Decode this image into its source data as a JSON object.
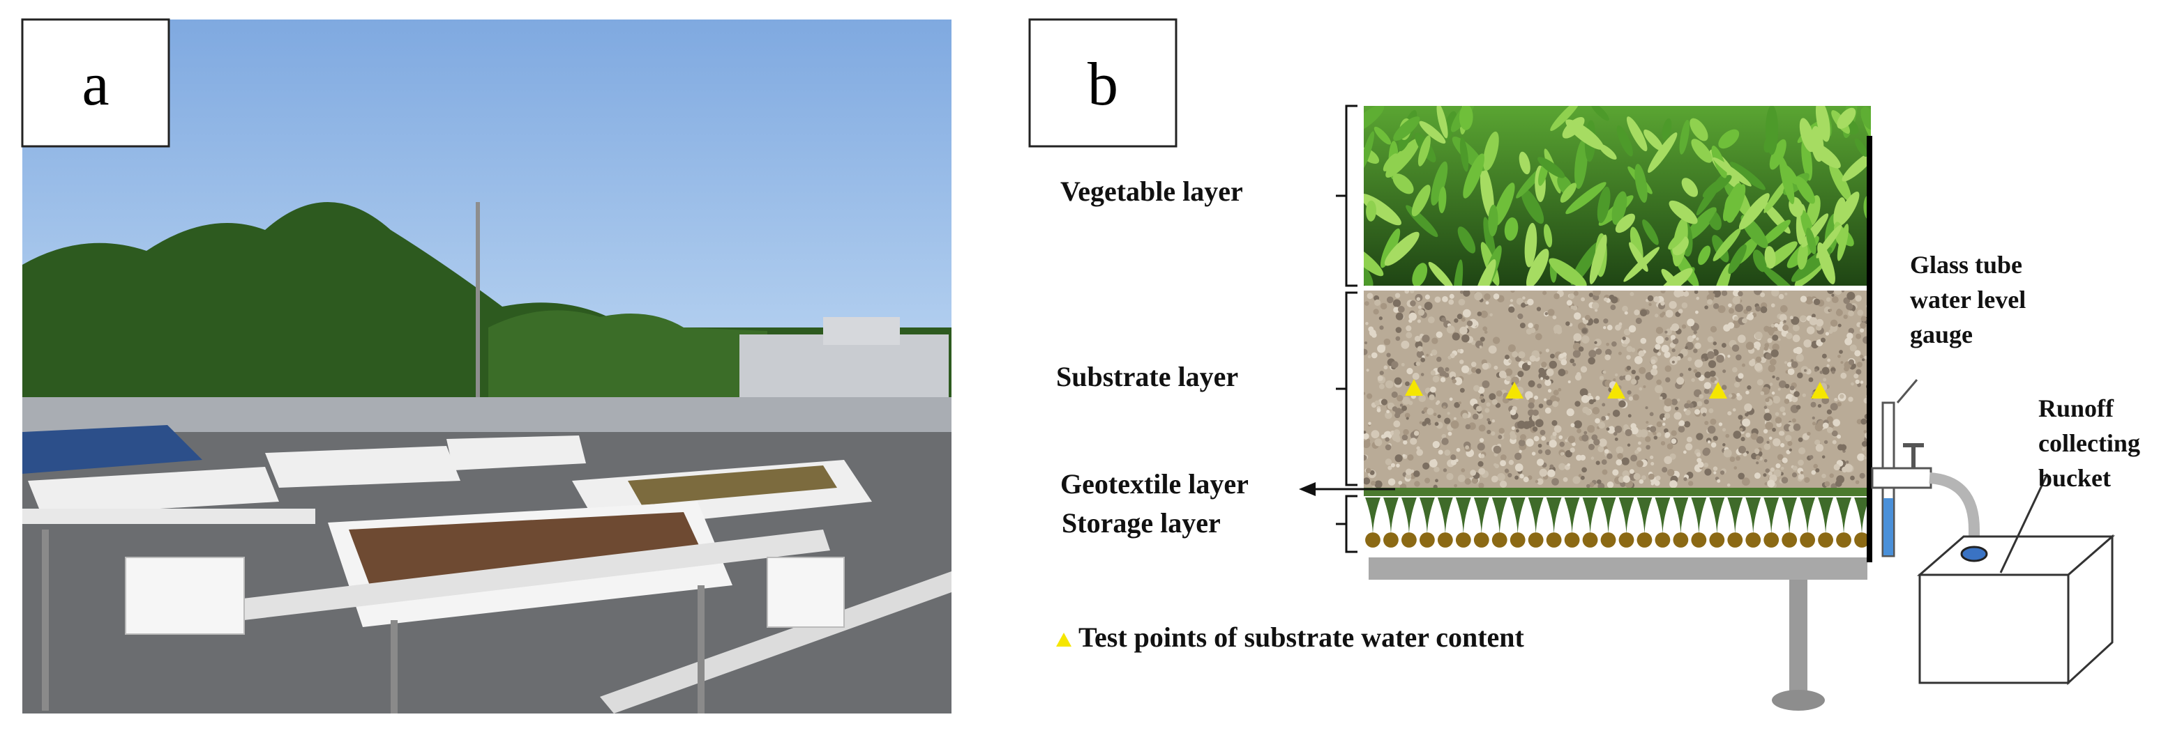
{
  "panels": {
    "a": {
      "letter": "a"
    },
    "b": {
      "letter": "b"
    }
  },
  "layers": {
    "vegetable": "Vegetable layer",
    "substrate": "Substrate layer",
    "geotextile": "Geotextile layer",
    "storage": "Storage layer"
  },
  "gauge": [
    "Glass tube",
    "water level",
    "gauge"
  ],
  "bucket": [
    "Runoff",
    "collecting",
    "bucket"
  ],
  "legend": {
    "text": "Test points of substrate water content"
  },
  "colors": {
    "sky": "#a8c9ee",
    "plant_dark": "#2f6d1e",
    "plant_light": "#7cc23a",
    "substrate": "#b8aa96",
    "geotextile": "#3f6b2a",
    "storage": "#8b6914",
    "test_point": "#f5e600",
    "water": "#4a90d9",
    "stand": "#9a9a9a"
  }
}
